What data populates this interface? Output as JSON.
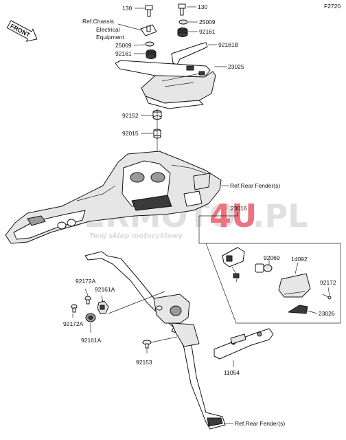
{
  "figure_code": "F2720",
  "front_label": "FRONT",
  "watermark": {
    "text_a": "GERMOTO",
    "text_b": "4U",
    "text_c": ".PL",
    "slogan": "Twój sklep motocyklowy"
  },
  "colors": {
    "ink": "#111111",
    "watermark_red": "#e3001b",
    "watermark_gray": "#c8c8c8"
  },
  "labels": {
    "p130_left": "130",
    "p130_right": "130",
    "ref_chassis_1": "Ref.Chassis",
    "ref_chassis_2": "Electrical",
    "ref_chassis_3": "Equipment",
    "p25009_left": "25009",
    "p25009_right": "25009",
    "p92161_left": "92161",
    "p92161_right": "92161",
    "p92161b": "92161B",
    "p23025": "23025",
    "p92152": "92152",
    "p92015": "92015",
    "ref_rear_fender_1": "Ref.Rear Fender(s)",
    "p23016": "23016",
    "p92069": "92069",
    "p14092": "14092",
    "p92172": "92172",
    "p23026": "23026",
    "p92172a_top": "92172A",
    "p92161a_top": "92161A",
    "p92172a_bot": "92172A",
    "p92161a_bot": "92161A",
    "p92153": "92153",
    "p11054": "11054",
    "ref_rear_fender_2": "Ref.Rear Fender(s)"
  }
}
